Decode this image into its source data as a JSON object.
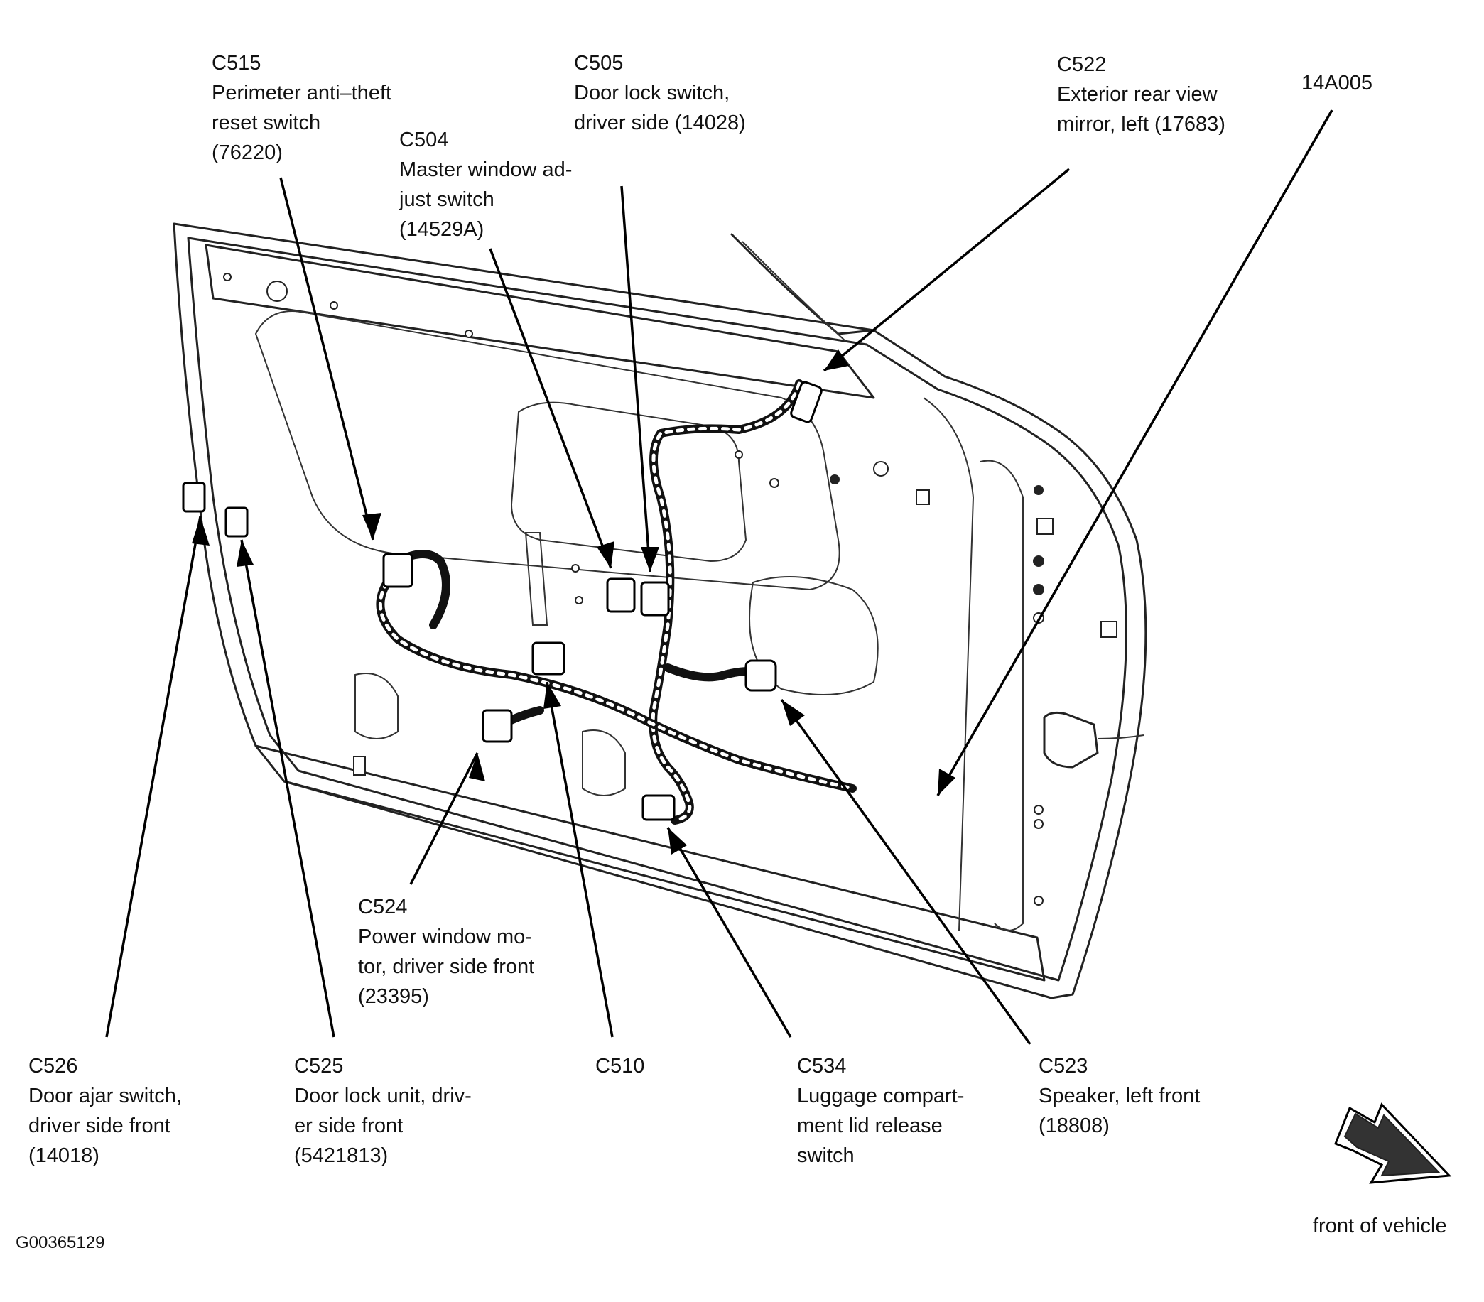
{
  "callouts": [
    {
      "id": "c515",
      "code": "C515",
      "lines": [
        "Perimeter anti–theft",
        "reset switch",
        "(76220)"
      ]
    },
    {
      "id": "c505",
      "code": "C505",
      "lines": [
        "Door lock switch,",
        "driver side (14028)"
      ]
    },
    {
      "id": "c522",
      "code": "C522",
      "lines": [
        "Exterior rear view",
        "mirror, left (17683)"
      ]
    },
    {
      "id": "h14a005",
      "code": "14A005",
      "lines": []
    },
    {
      "id": "c504",
      "code": "C504",
      "lines": [
        "Master window ad-",
        "just switch",
        "(14529A)"
      ]
    },
    {
      "id": "c524",
      "code": "C524",
      "lines": [
        "Power window mo-",
        "tor, driver side front",
        "(23395)"
      ]
    },
    {
      "id": "c526",
      "code": "C526",
      "lines": [
        "Door ajar switch,",
        "driver side front",
        "(14018)"
      ]
    },
    {
      "id": "c525",
      "code": "C525",
      "lines": [
        "Door lock unit, driv-",
        "er side front",
        "(5421813)"
      ]
    },
    {
      "id": "c510",
      "code": "C510",
      "lines": []
    },
    {
      "id": "c534",
      "code": "C534",
      "lines": [
        "Luggage compart-",
        "ment lid release",
        "switch"
      ]
    },
    {
      "id": "c523",
      "code": "C523",
      "lines": [
        "Speaker, left front",
        "(18808)"
      ]
    }
  ],
  "figure_id": "G00365129",
  "direction_label": "front of vehicle"
}
